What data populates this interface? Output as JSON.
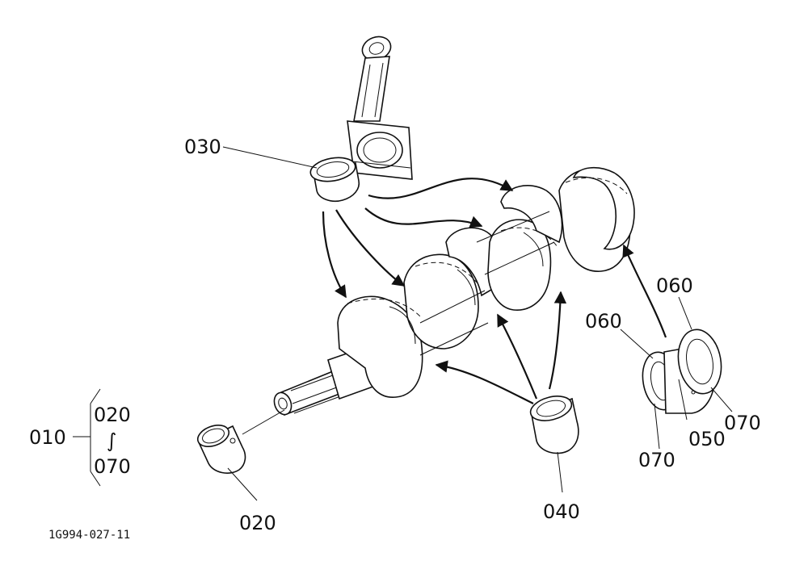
{
  "figure_id": "1G994-027-11",
  "callouts": {
    "c010": "010",
    "c020_group": "020",
    "c070_group": "070",
    "range_symbol": "∫",
    "c030": "030",
    "c020": "020",
    "c040": "040",
    "c050": "050",
    "c060_left": "060",
    "c060_right": "060",
    "c070_lower": "070",
    "c070_right": "070"
  },
  "colors": {
    "ink": "#111111",
    "paper": "#ffffff"
  }
}
